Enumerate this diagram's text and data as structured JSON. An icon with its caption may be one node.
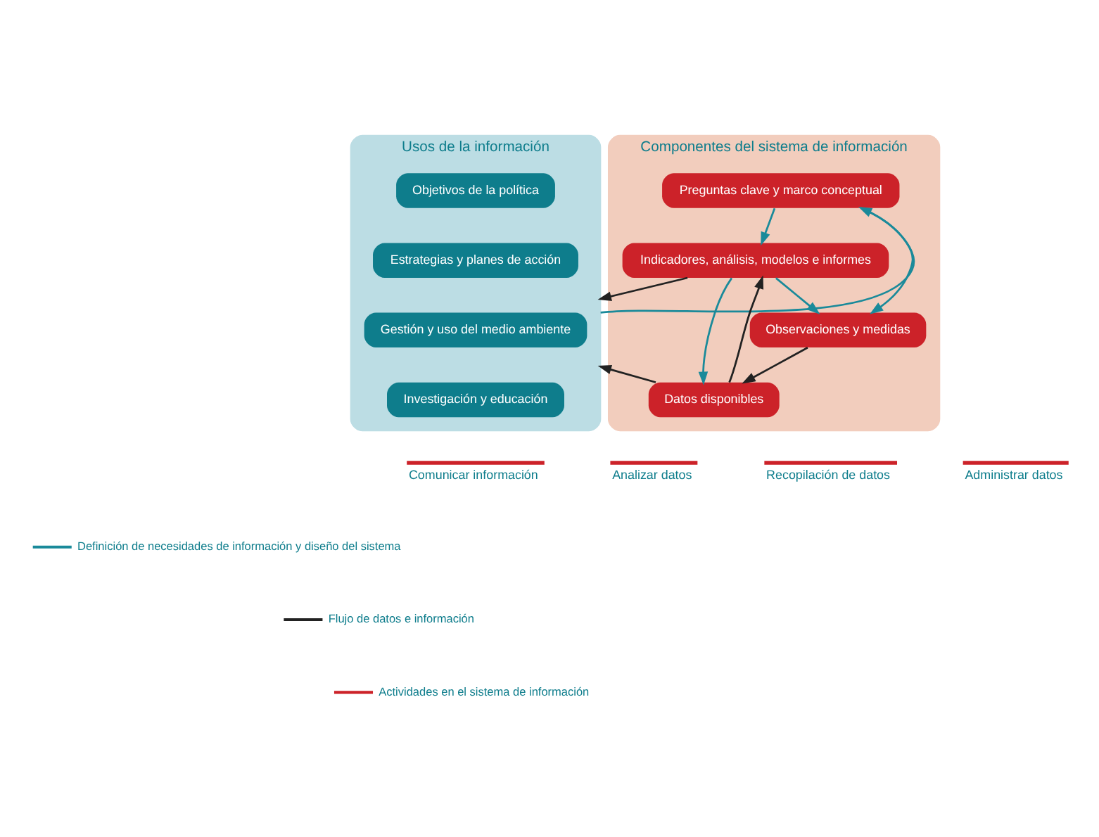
{
  "diagram": {
    "nodes": [
      {
        "text": [
          "Usos de la información"
        ]
      },
      {
        "text": [
          "Objetivos de la política"
        ],
        "in": 0
      },
      {
        "text": [
          "Estrategias y planes de acción"
        ],
        "in": 0
      },
      {
        "text": [
          "Gestión y uso del medio ambiente"
        ],
        "in": 0
      },
      {
        "text": [
          "Investigación y educación"
        ],
        "in": 0
      },
      {
        "text": [
          "Componentes del sistema de información"
        ]
      },
      {
        "text": [
          "Preguntas clave y marco conceptual"
        ],
        "in": 5
      },
      {
        "text": [
          "Indicadores, análisis, modelos e informes"
        ],
        "in": 5
      },
      {
        "text": [
          "Observaciones y medidas"
        ],
        "in": 5
      },
      {
        "text": [
          "Datos disponibles"
        ],
        "in": 5
      }
    ],
    "edges": [
      {
        "from": 0,
        "to": 6,
        "arrow": "to"
      },
      {
        "from": 6,
        "to": 7,
        "arrow": "to"
      },
      {
        "from": 6,
        "to": 8,
        "arrow": "to"
      },
      {
        "from": 7,
        "to": 8,
        "arrow": "to"
      },
      {
        "from": 7,
        "to": 9,
        "arrow": "to"
      },
      {
        "from": 9,
        "to": 7,
        "arrow": "to",
        "color": "#222222"
      },
      {
        "from": 8,
        "to": 9,
        "arrow": "to",
        "color": "#222222"
      },
      {
        "from": 7,
        "to": 0,
        "arrow": "to",
        "color": "#222222"
      },
      {
        "from": 9,
        "to": 0,
        "arrow": "to",
        "color": "#222222"
      }
    ],
    "labels": [
      "Comunicar información",
      "Analizar datos",
      "Recopilación de datos",
      "Administrar datos"
    ],
    "legend": [
      {
        "text": "Definición de necesidades de información y diseño del sistema"
      },
      {
        "text": "Flujo de datos e información"
      },
      {
        "text": "Actividades en el sistema de información"
      }
    ]
  }
}
